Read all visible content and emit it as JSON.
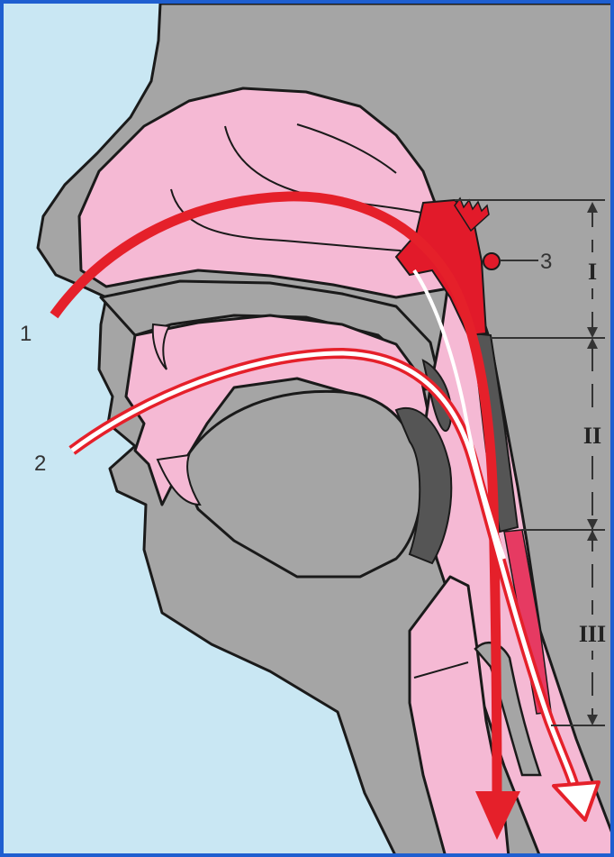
{
  "diagram": {
    "labels": {
      "nasal_airway": "1",
      "oral_airway": "2",
      "adenoid": "3"
    },
    "segments": [
      {
        "label": "I"
      },
      {
        "label": "II"
      },
      {
        "label": "III"
      }
    ],
    "colors": {
      "frame": "#1f5fd0",
      "background": "#c9e7f3",
      "head_gray": "#a5a5a5",
      "cavity_pink": "#f5b9d4",
      "lymphoid_red": "#e21a2a",
      "arrow_red": "#e5202a",
      "dark_tissue": "#555555",
      "outline": "#1a1a1a"
    }
  }
}
